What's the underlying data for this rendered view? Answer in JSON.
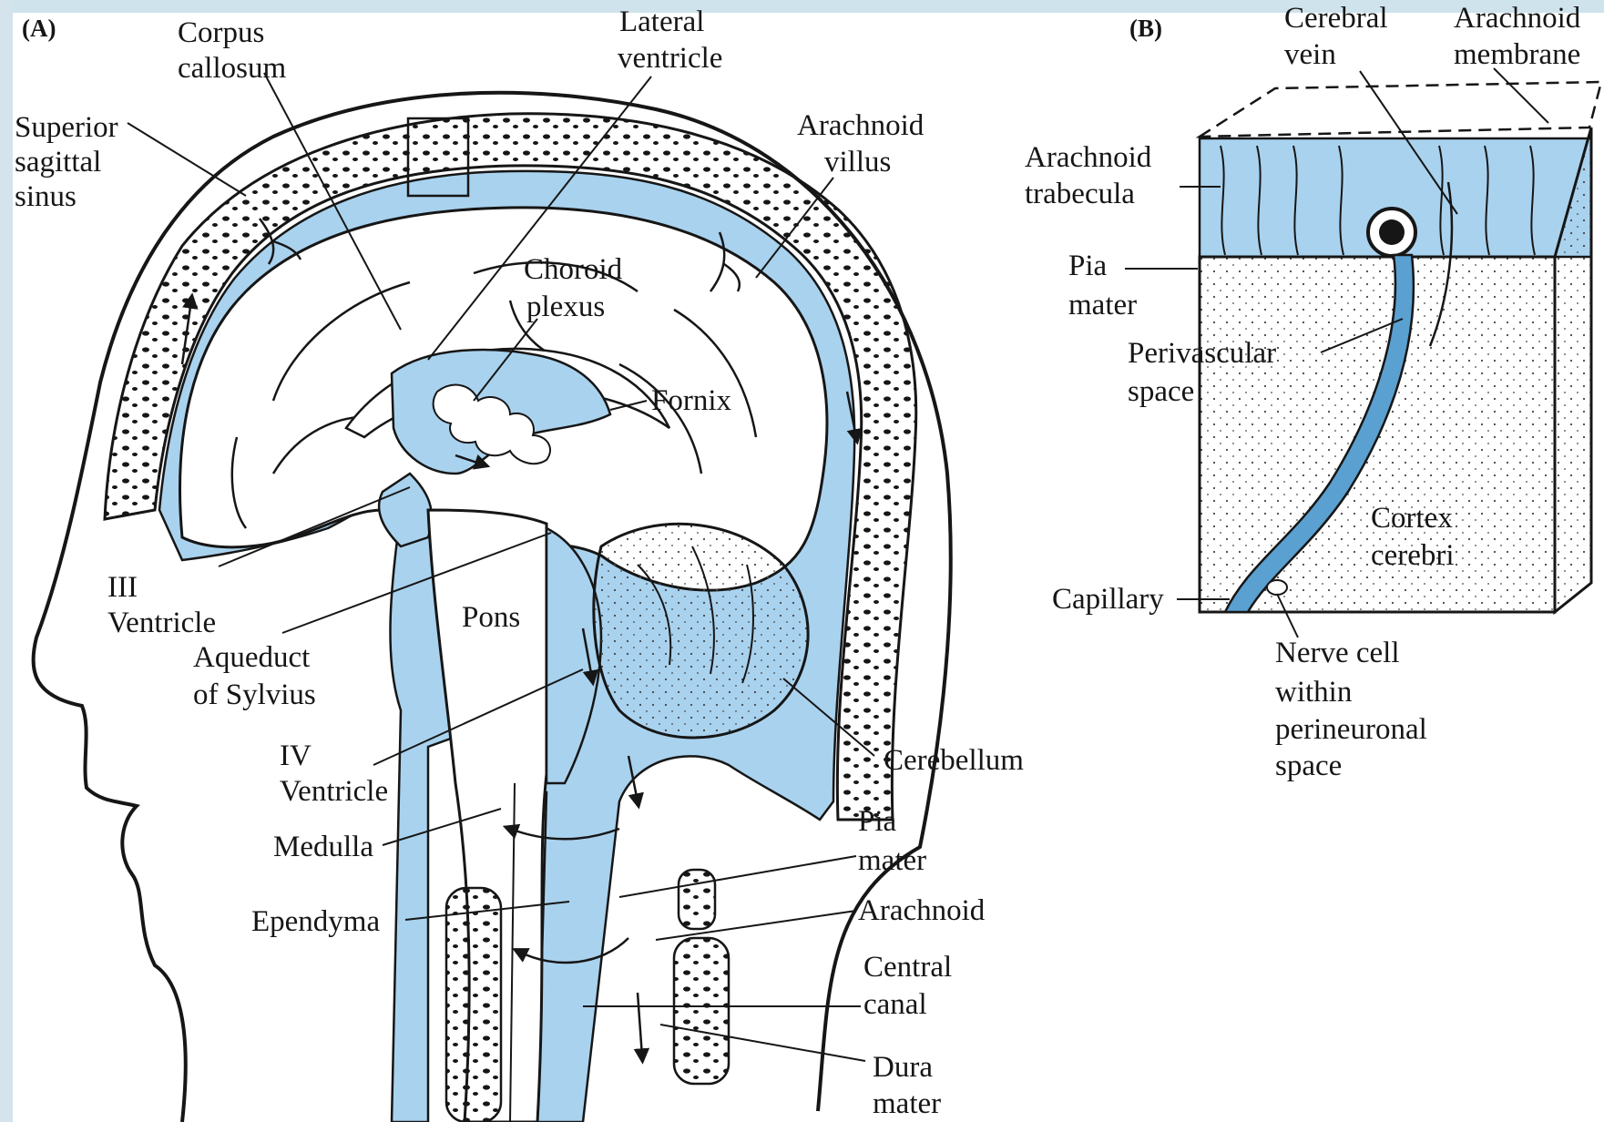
{
  "panels": {
    "a": "(A)",
    "b": "(B)"
  },
  "labels_a": {
    "corpus_callosum": [
      "Corpus",
      "callosum"
    ],
    "lateral_ventricle": [
      "Lateral",
      "ventricle"
    ],
    "superior_sagittal_sinus": [
      "Superior",
      "sagittal",
      "sinus"
    ],
    "arachnoid_villus": [
      "Arachnoid",
      "villus"
    ],
    "choroid_plexus": [
      "Choroid",
      "plexus"
    ],
    "fornix": "Fornix",
    "third_ventricle": [
      "III",
      "Ventricle"
    ],
    "pons": "Pons",
    "aqueduct_of_sylvius": [
      "Aqueduct",
      "of Sylvius"
    ],
    "fourth_ventricle": [
      "IV",
      "Ventricle"
    ],
    "cerebellum": "Cerebellum",
    "medulla": "Medulla",
    "pia_mater": [
      "Pia",
      "mater"
    ],
    "ependyma": "Ependyma",
    "arachnoid": "Arachnoid",
    "central_canal": [
      "Central",
      "canal"
    ],
    "dura_mater": [
      "Dura",
      "mater"
    ]
  },
  "labels_b": {
    "cerebral_vein": [
      "Cerebral",
      "vein"
    ],
    "arachnoid_membrane": [
      "Arachnoid",
      "membrane"
    ],
    "arachnoid_trabecula": [
      "Arachnoid",
      "trabecula"
    ],
    "pia_mater": [
      "Pia",
      "mater"
    ],
    "perivascular_space": [
      "Perivascular",
      "space"
    ],
    "cortex_cerebri": [
      "Cortex",
      "cerebri"
    ],
    "capillary": "Capillary",
    "nerve_cell": [
      "Nerve cell",
      "within",
      "perineuronal",
      "space"
    ]
  },
  "colors": {
    "csf": "#a9d2ee",
    "csf_dark": "#5aa0d0",
    "ink": "#161616",
    "top_bar": "#cfe3ec"
  }
}
